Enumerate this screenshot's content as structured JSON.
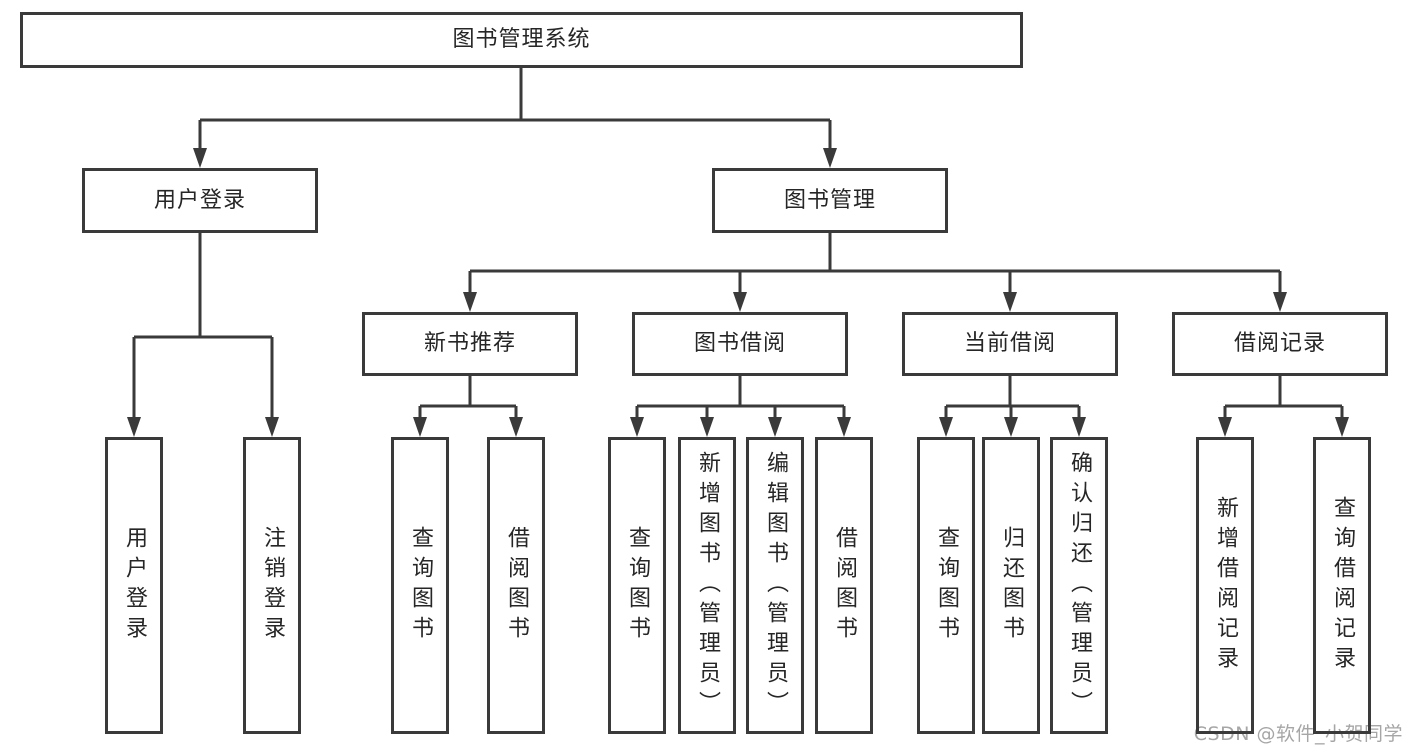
{
  "tree": {
    "root": {
      "label": "图书管理系统"
    },
    "branches": [
      {
        "label": "用户登录",
        "children": [
          {
            "label": "用户登录"
          },
          {
            "label": "注销登录"
          }
        ]
      },
      {
        "label": "图书管理",
        "children": [
          {
            "label": "新书推荐",
            "children": [
              {
                "label": "查询图书"
              },
              {
                "label": "借阅图书"
              }
            ]
          },
          {
            "label": "图书借阅",
            "children": [
              {
                "label": "查询图书"
              },
              {
                "label": "新增图书（管理员）"
              },
              {
                "label": "编辑图书（管理员）"
              },
              {
                "label": "借阅图书"
              }
            ]
          },
          {
            "label": "当前借阅",
            "children": [
              {
                "label": "查询图书"
              },
              {
                "label": "归还图书"
              },
              {
                "label": "确认归还（管理员）"
              }
            ]
          },
          {
            "label": "借阅记录",
            "children": [
              {
                "label": "新增借阅记录"
              },
              {
                "label": "查询借阅记录"
              }
            ]
          }
        ]
      }
    ]
  },
  "watermark": "CSDN @软件_小贺同学",
  "colors": {
    "line": "#3a3a3a",
    "text": "#262626",
    "watermark": "#a6a6a6",
    "background": "#ffffff"
  }
}
